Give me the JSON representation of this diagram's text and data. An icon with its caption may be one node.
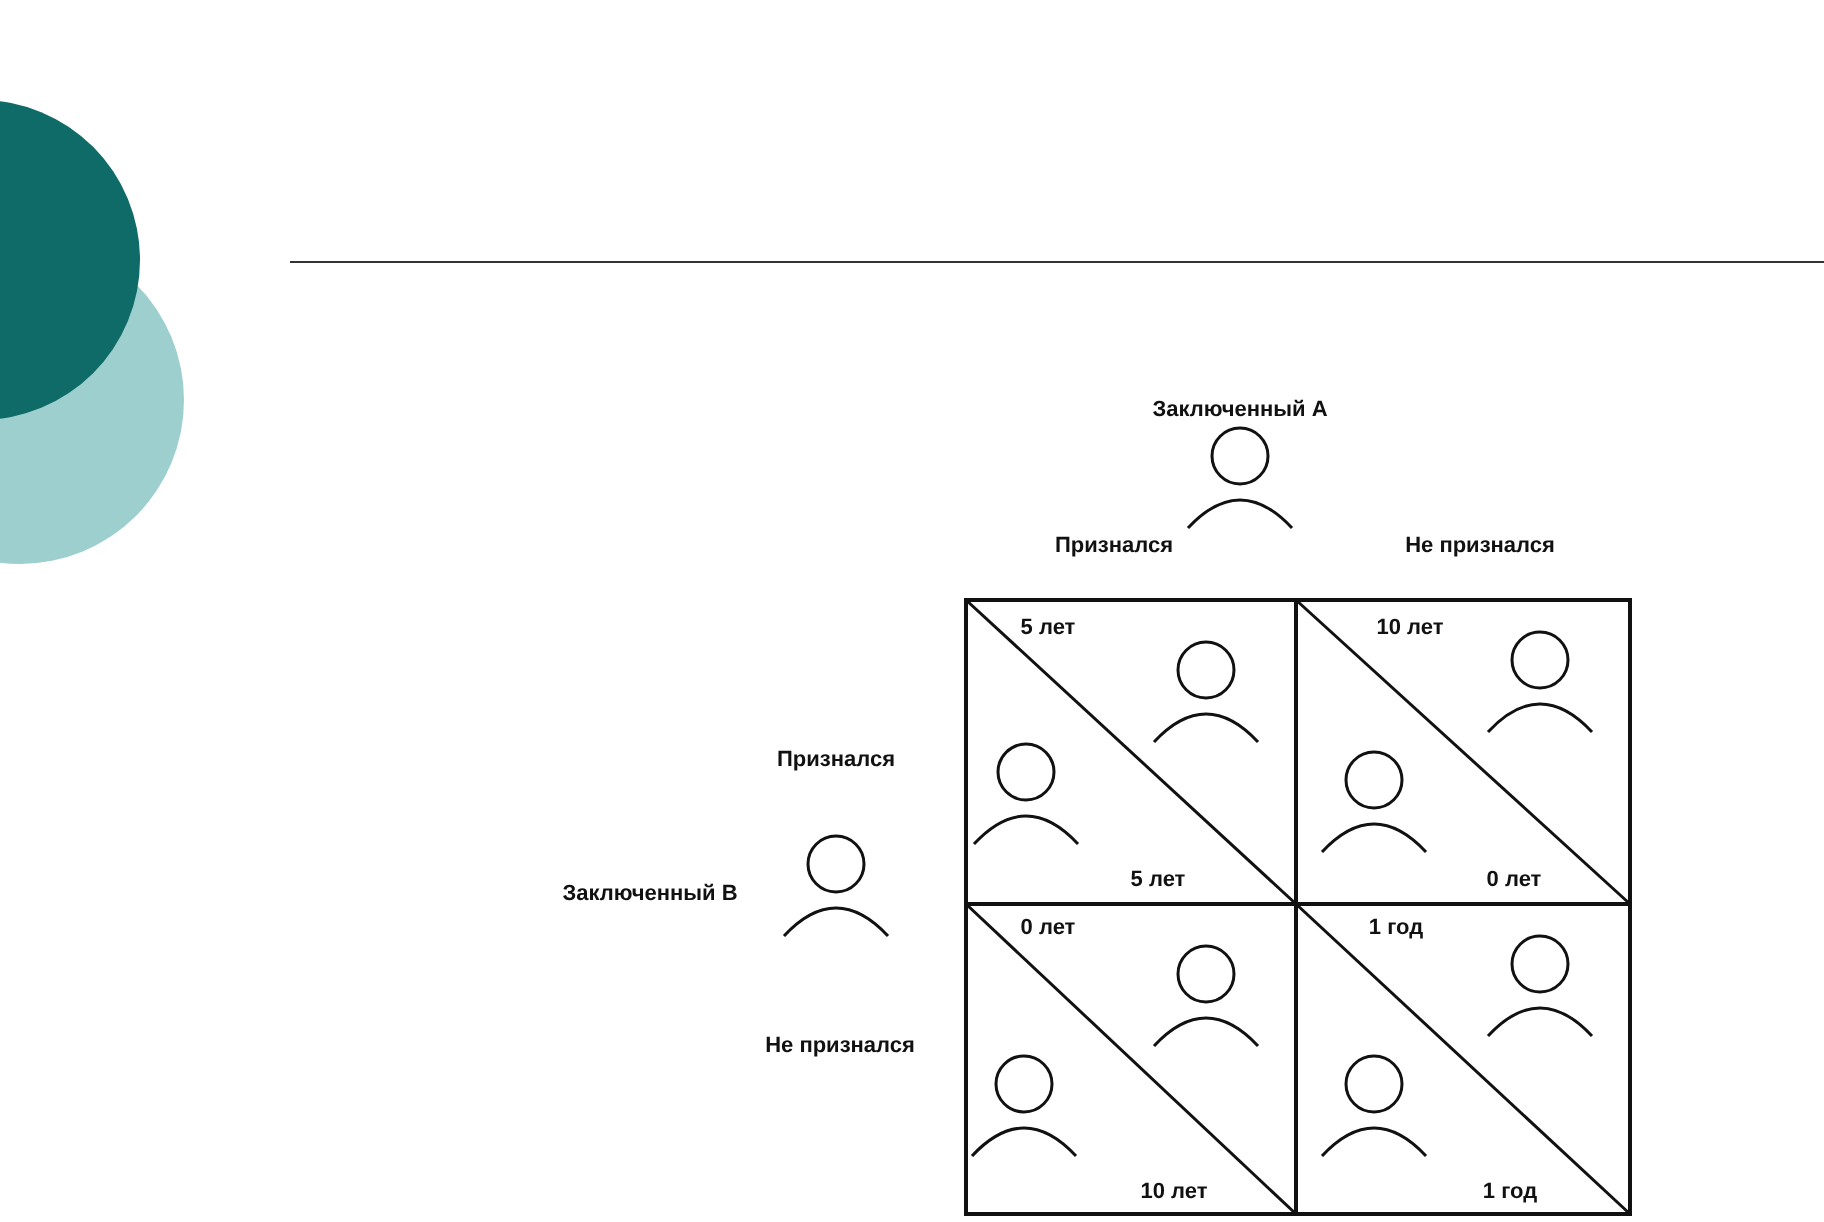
{
  "diagram": {
    "labels": [
      "Заключенный A",
      "Признался",
      "Не признался",
      "5 лет",
      "10 лет",
      "Признался",
      "5 лет",
      "0 лет",
      "Заключенный B",
      "0 лет",
      "1 год",
      "Не признался",
      "10 лет",
      "1 год"
    ]
  }
}
